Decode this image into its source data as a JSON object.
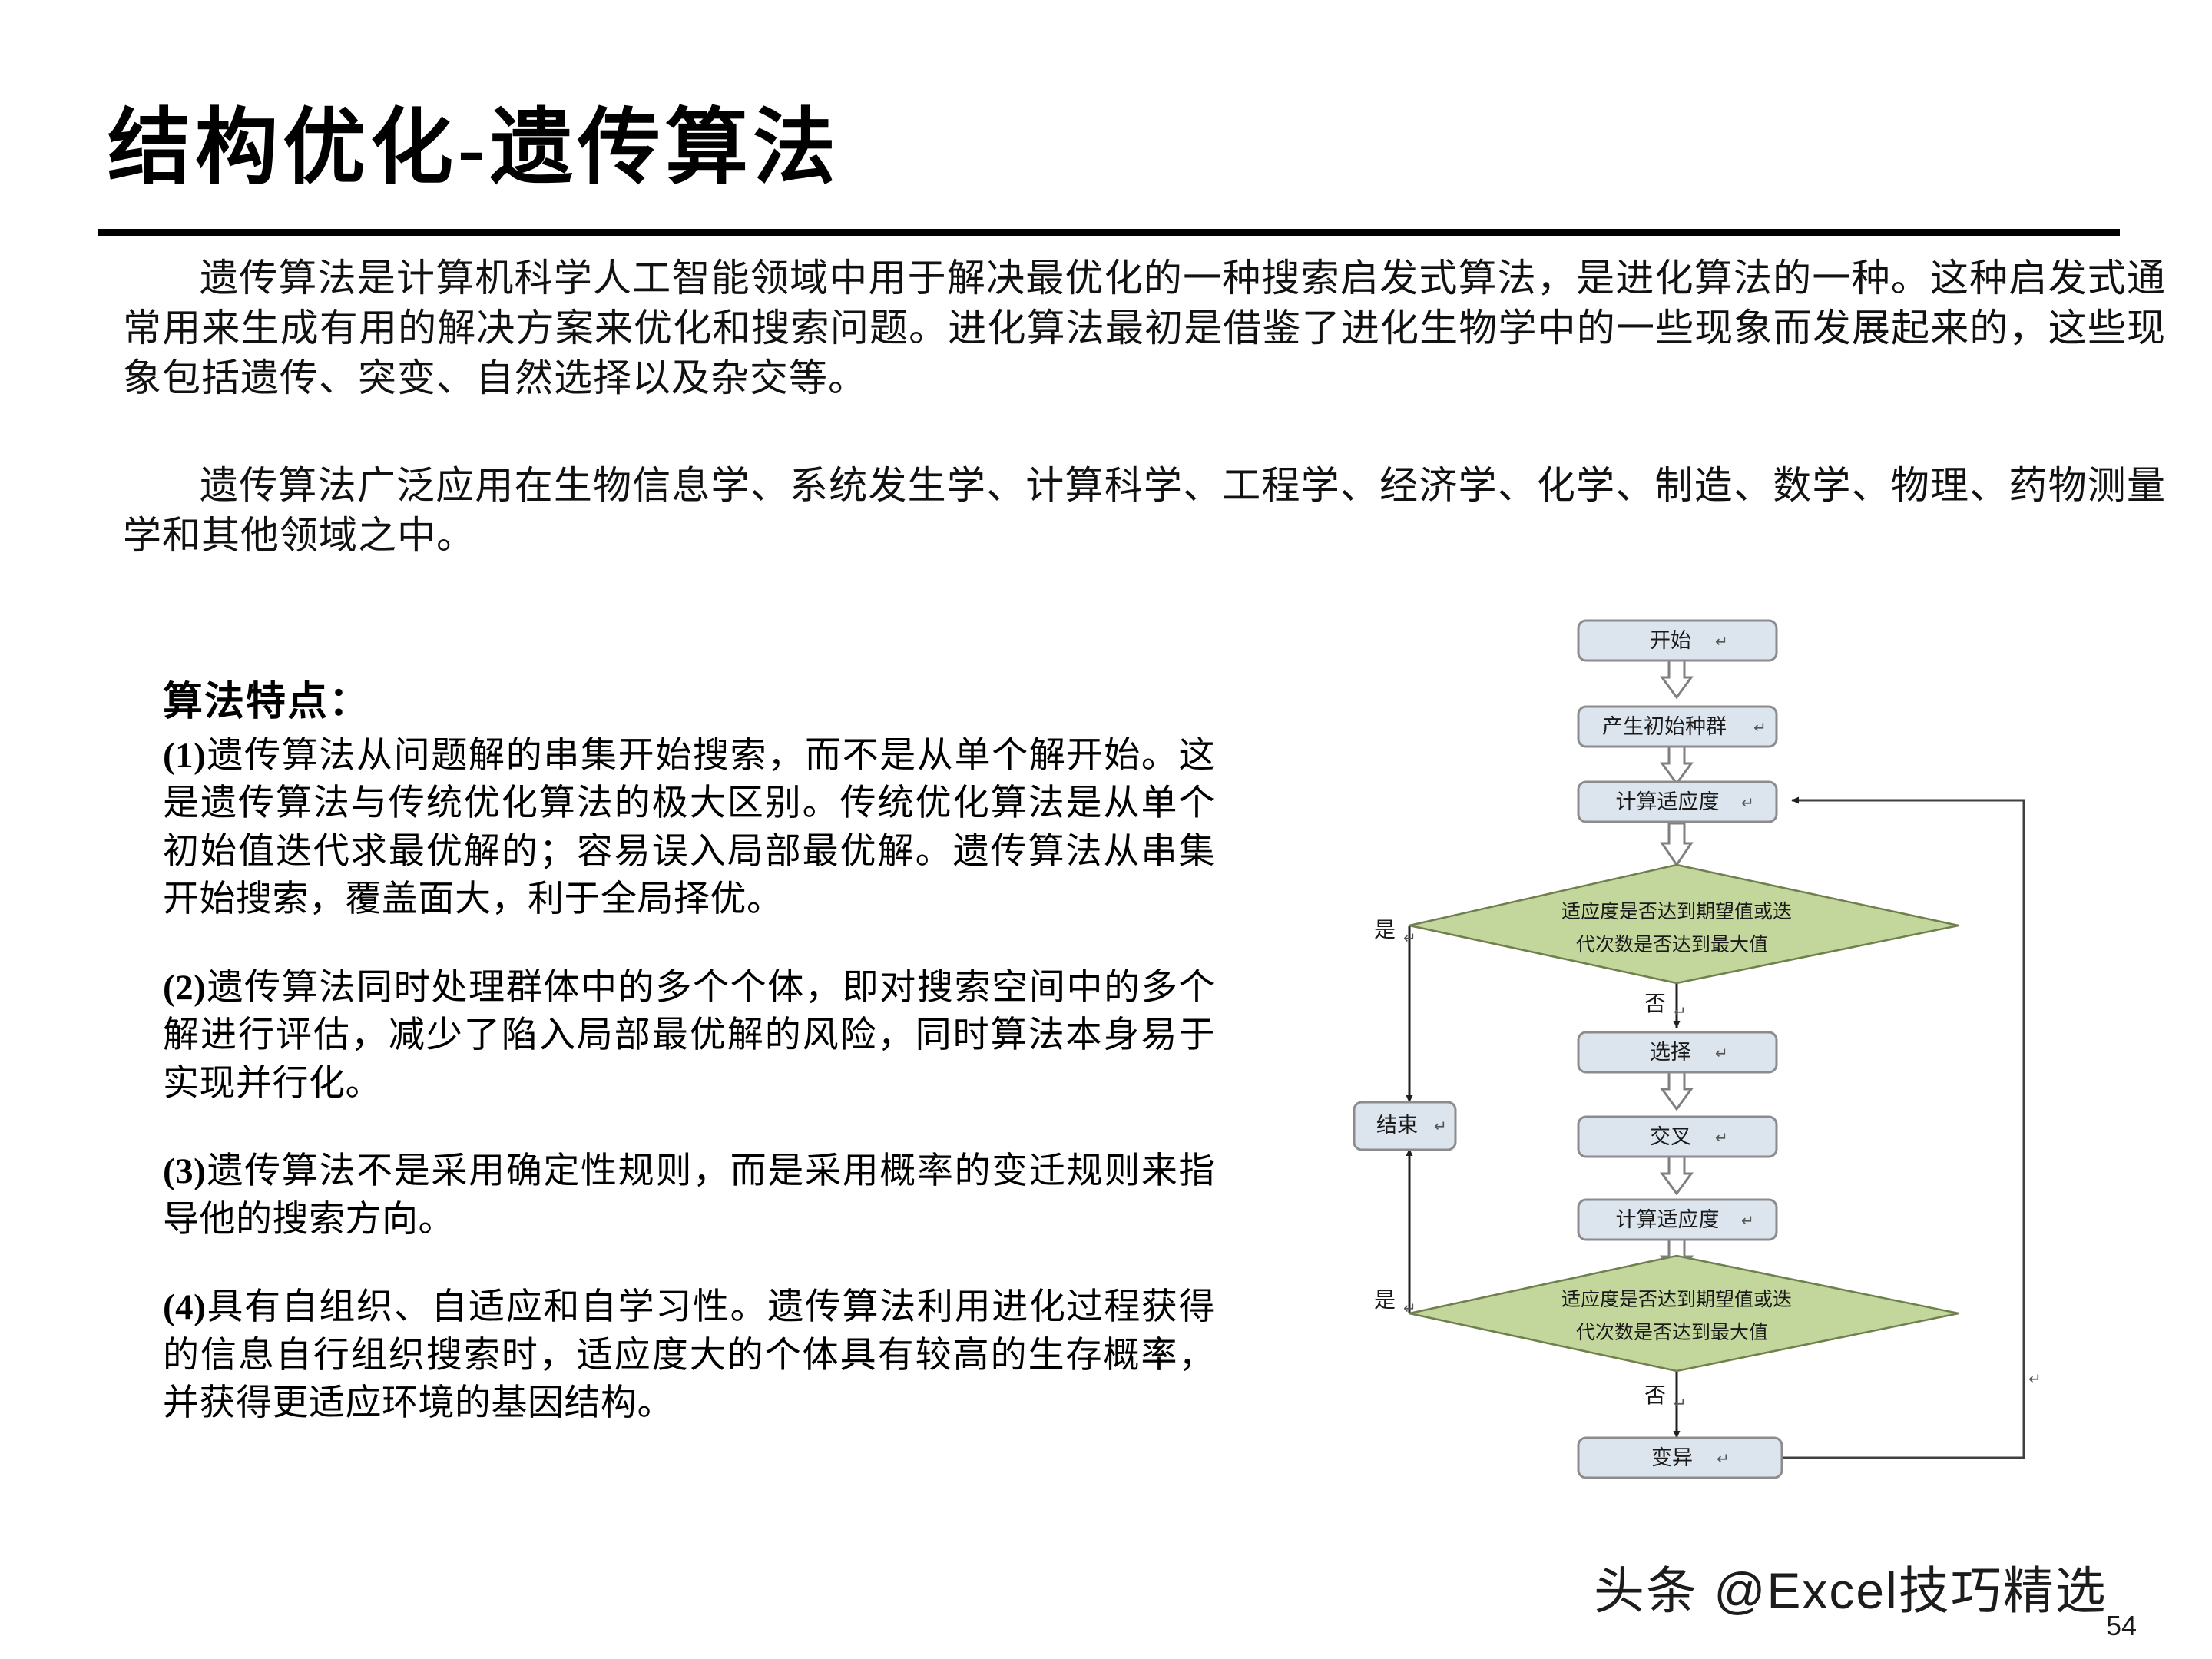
{
  "slide": {
    "title": "结构优化-遗传算法",
    "page_number": "54",
    "watermark": "头条 @Excel技巧精选"
  },
  "intro": {
    "paragraph_1": "遗传算法是计算机科学人工智能领域中用于解决最优化的一种搜索启发式算法，是进化算法的一种。这种启发式通常用来生成有用的解决方案来优化和搜索问题。进化算法最初是借鉴了进化生物学中的一些现象而发展起来的，这些现象包括遗传、突变、自然选择以及杂交等。",
    "paragraph_2": "遗传算法广泛应用在生物信息学、系统发生学、计算科学、工程学、经济学、化学、制造、数学、物理、药物测量学和其他领域之中。"
  },
  "features": {
    "heading": "算法特点：",
    "items": [
      {
        "index": "(1)",
        "text": "遗传算法从问题解的串集开始搜索，而不是从单个解开始。这是遗传算法与传统优化算法的极大区别。传统优化算法是从单个初始值迭代求最优解的；容易误入局部最优解。遗传算法从串集开始搜索，覆盖面大，利于全局择优。"
      },
      {
        "index": "(2)",
        "text": "遗传算法同时处理群体中的多个个体，即对搜索空间中的多个解进行评估，减少了陷入局部最优解的风险，同时算法本身易于实现并行化。"
      },
      {
        "index": "(3)",
        "text": "遗传算法不是采用确定性规则，而是采用概率的变迁规则来指导他的搜索方向。"
      },
      {
        "index": "(4)",
        "text": "具有自组织、自适应和自学习性。遗传算法利用进化过程获得的信息自行组织搜索时，适应度大的个体具有较高的生存概率，并获得更适应环境的基因结构。"
      }
    ]
  },
  "flowchart": {
    "colors": {
      "process_fill": "#dce4ee",
      "process_stroke": "#8c8c8c",
      "decision_fill": "#c3d69b",
      "decision_stroke": "#6f7f4e",
      "arrow_fill": "#ffffff",
      "arrow_stroke": "#7f7f7f",
      "line_stroke": "#404040"
    },
    "nodes": {
      "start": "开始",
      "init_population": "产生初始种群",
      "fitness_1": "计算适应度",
      "decision_1_line1": "适应度是否达到期望值或迭",
      "decision_1_line2": "代次数是否达到最大值",
      "selection": "选择",
      "crossover": "交叉",
      "fitness_2": "计算适应度",
      "decision_2_line1": "适应度是否达到期望值或迭",
      "decision_2_line2": "代次数是否达到最大值",
      "mutation": "变异",
      "end": "结束"
    },
    "branch_labels": {
      "yes_top": "是",
      "no_top": "否",
      "yes_bottom": "是",
      "no_bottom": "否"
    },
    "pilcrow": "↵"
  }
}
